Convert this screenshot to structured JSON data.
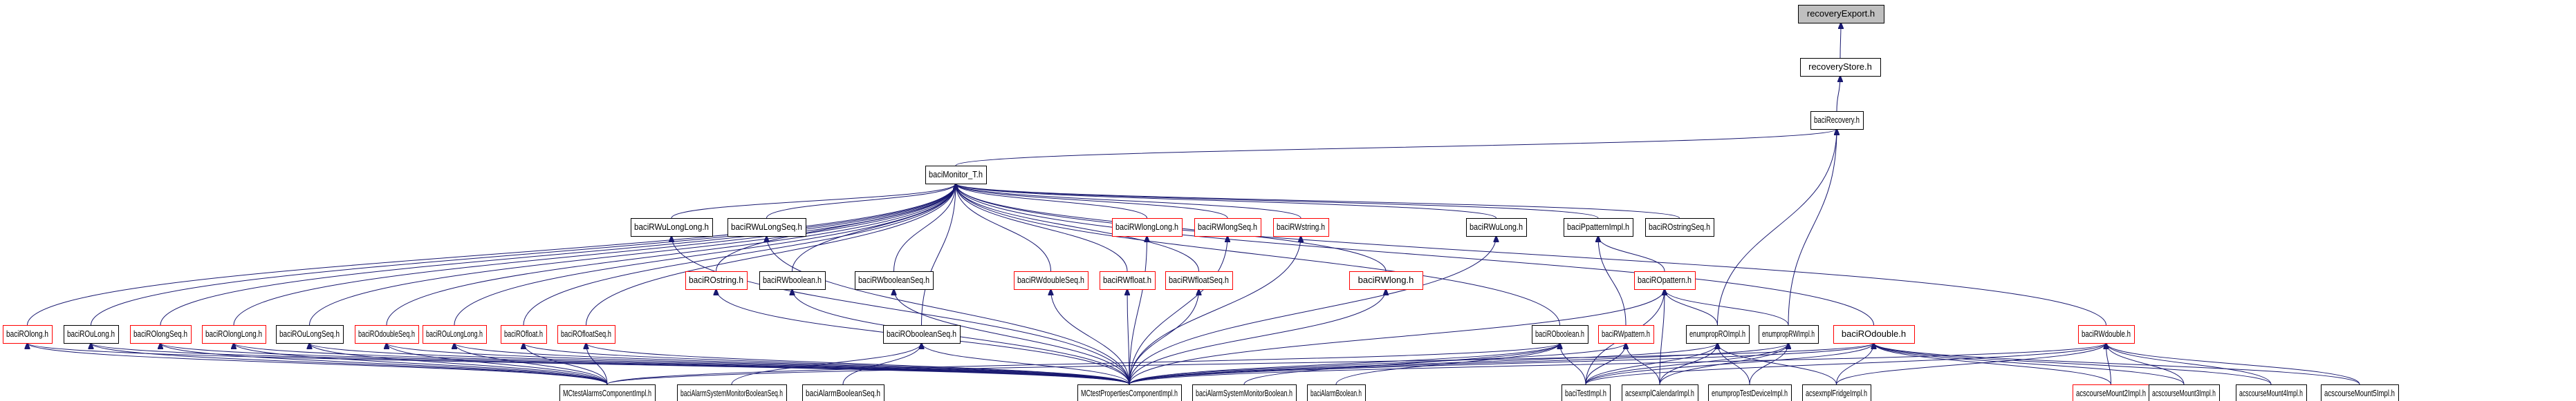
{
  "title": "recoveryExport.h include dependency graph",
  "colors": {
    "edge": "#191970",
    "border_normal": "#000000",
    "border_truncated": "#ff0000",
    "root_fill": "#bfbfbf",
    "fill": "#ffffff"
  },
  "nodes": [
    {
      "id": "recoveryExport",
      "label": "recoveryExport.h",
      "style": "root"
    },
    {
      "id": "recoveryStore",
      "label": "recoveryStore.h",
      "style": "normal"
    },
    {
      "id": "baciRecovery",
      "label": "baciRecovery.h",
      "style": "normal"
    },
    {
      "id": "baciMonitor_T",
      "label": "baciMonitor_T.h",
      "style": "normal"
    },
    {
      "id": "baciRWuLongLong",
      "label": "baciRWuLongLong.h",
      "style": "normal"
    },
    {
      "id": "baciRWuLongSeq",
      "label": "baciRWuLongSeq.h",
      "style": "normal"
    },
    {
      "id": "baciRWlongLong",
      "label": "baciRWlongLong.h",
      "style": "truncated"
    },
    {
      "id": "baciRWlongSeq",
      "label": "baciRWlongSeq.h",
      "style": "truncated"
    },
    {
      "id": "baciRWstring",
      "label": "baciRWstring.h",
      "style": "truncated"
    },
    {
      "id": "baciRWuLong",
      "label": "baciRWuLong.h",
      "style": "normal"
    },
    {
      "id": "baciPpatternImpl",
      "label": "baciPpatternImpl.h",
      "style": "normal"
    },
    {
      "id": "baciROstringSeq",
      "label": "baciROstringSeq.h",
      "style": "normal"
    },
    {
      "id": "baciROstring",
      "label": "baciROstring.h",
      "style": "truncated"
    },
    {
      "id": "baciRWboolean",
      "label": "baciRWboolean.h",
      "style": "normal"
    },
    {
      "id": "baciRWbooleanSeq",
      "label": "baciRWbooleanSeq.h",
      "style": "normal"
    },
    {
      "id": "baciRWdoubleSeq",
      "label": "baciRWdoubleSeq.h",
      "style": "truncated"
    },
    {
      "id": "baciRWfloat",
      "label": "baciRWfloat.h",
      "style": "truncated"
    },
    {
      "id": "baciRWfloatSeq",
      "label": "baciRWfloatSeq.h",
      "style": "truncated"
    },
    {
      "id": "baciRWlong",
      "label": "baciRWlong.h",
      "style": "truncated"
    },
    {
      "id": "baciROpattern",
      "label": "baciROpattern.h",
      "style": "truncated"
    },
    {
      "id": "baciROlong",
      "label": "baciROlong.h",
      "style": "truncated"
    },
    {
      "id": "baciROuLong",
      "label": "baciROuLong.h",
      "style": "normal"
    },
    {
      "id": "baciROlongSeq",
      "label": "baciROlongSeq.h",
      "style": "truncated"
    },
    {
      "id": "baciROlongLong",
      "label": "baciROlongLong.h",
      "style": "truncated"
    },
    {
      "id": "baciROuLongSeq",
      "label": "baciROuLongSeq.h",
      "style": "normal"
    },
    {
      "id": "baciROdoubleSeq",
      "label": "baciROdoubleSeq.h",
      "style": "truncated"
    },
    {
      "id": "baciROuLongLong",
      "label": "baciROuLongLong.h",
      "style": "truncated"
    },
    {
      "id": "baciROfloat",
      "label": "baciROfloat.h",
      "style": "truncated"
    },
    {
      "id": "baciROfloatSeq",
      "label": "baciROfloatSeq.h",
      "style": "truncated"
    },
    {
      "id": "baciRObooleanSeq",
      "label": "baciRObooleanSeq.h",
      "style": "normal"
    },
    {
      "id": "baciRObooleanH",
      "label": "baciROboolean.h",
      "style": "normal"
    },
    {
      "id": "baciRWpattern",
      "label": "baciRWpattern.h",
      "style": "truncated"
    },
    {
      "id": "enumpropROImpl",
      "label": "enumpropROImpl.h",
      "style": "normal"
    },
    {
      "id": "enumpropRWImpl",
      "label": "enumpropRWImpl.h",
      "style": "normal"
    },
    {
      "id": "baciROdouble",
      "label": "baciROdouble.h",
      "style": "truncated"
    },
    {
      "id": "baciRWdouble",
      "label": "baciRWdouble.h",
      "style": "truncated"
    },
    {
      "id": "MCtestAlarmsComponentImpl",
      "label": "MCtestAlarmsComponentImpl.h",
      "style": "normal"
    },
    {
      "id": "baciAlarmSystemMonitorBooleanSeq",
      "label": "baciAlarmSystemMonitorBooleanSeq.h",
      "style": "normal"
    },
    {
      "id": "baciAlarmBooleanSeq",
      "label": "baciAlarmBooleanSeq.h",
      "style": "normal"
    },
    {
      "id": "MCtestPropertiesComponentImpl",
      "label": "MCtestPropertiesComponentImpl.h",
      "style": "normal"
    },
    {
      "id": "baciAlarmSystemMonitorBoolean",
      "label": "baciAlarmSystemMonitorBoolean.h",
      "style": "normal"
    },
    {
      "id": "baciAlarmBoolean",
      "label": "baciAlarmBoolean.h",
      "style": "normal"
    },
    {
      "id": "baciTestImpl",
      "label": "baciTestImpl.h",
      "style": "normal"
    },
    {
      "id": "acsexmplCalendarImpl",
      "label": "acsexmplCalendarImpl.h",
      "style": "normal"
    },
    {
      "id": "enumpropTestDeviceImpl",
      "label": "enumpropTestDeviceImpl.h",
      "style": "normal"
    },
    {
      "id": "acsexmplFridgeImpl",
      "label": "acsexmplFridgeImpl.h",
      "style": "normal"
    },
    {
      "id": "acscourseMount2Impl",
      "label": "acscourseMount2Impl.h",
      "style": "truncated"
    },
    {
      "id": "acscourseMount3Impl",
      "label": "acscourseMount3Impl.h",
      "style": "normal"
    },
    {
      "id": "acscourseMount4Impl",
      "label": "acscourseMount4Impl.h",
      "style": "normal"
    },
    {
      "id": "acscourseMount5Impl",
      "label": "acscourseMount5Impl.h",
      "style": "normal"
    }
  ],
  "edges": [
    [
      "recoveryStore",
      "recoveryExport"
    ],
    [
      "baciRecovery",
      "recoveryStore"
    ],
    [
      "baciMonitor_T",
      "baciRecovery"
    ],
    [
      "enumpropROImpl",
      "baciRecovery"
    ],
    [
      "enumpropRWImpl",
      "baciRecovery"
    ],
    [
      "baciRWuLongLong",
      "baciMonitor_T"
    ],
    [
      "baciRWuLongSeq",
      "baciMonitor_T"
    ],
    [
      "baciRWlongLong",
      "baciMonitor_T"
    ],
    [
      "baciRWlongSeq",
      "baciMonitor_T"
    ],
    [
      "baciRWstring",
      "baciMonitor_T"
    ],
    [
      "baciRWuLong",
      "baciMonitor_T"
    ],
    [
      "baciPpatternImpl",
      "baciMonitor_T"
    ],
    [
      "baciROstringSeq",
      "baciMonitor_T"
    ],
    [
      "baciROstring",
      "baciMonitor_T"
    ],
    [
      "baciRWboolean",
      "baciMonitor_T"
    ],
    [
      "baciRWbooleanSeq",
      "baciMonitor_T"
    ],
    [
      "baciRWdoubleSeq",
      "baciMonitor_T"
    ],
    [
      "baciRWfloat",
      "baciMonitor_T"
    ],
    [
      "baciRWfloatSeq",
      "baciMonitor_T"
    ],
    [
      "baciRWlong",
      "baciMonitor_T"
    ],
    [
      "baciROlong",
      "baciMonitor_T"
    ],
    [
      "baciROuLong",
      "baciMonitor_T"
    ],
    [
      "baciROlongSeq",
      "baciMonitor_T"
    ],
    [
      "baciROlongLong",
      "baciMonitor_T"
    ],
    [
      "baciROuLongSeq",
      "baciMonitor_T"
    ],
    [
      "baciROdoubleSeq",
      "baciMonitor_T"
    ],
    [
      "baciROuLongLong",
      "baciMonitor_T"
    ],
    [
      "baciROfloat",
      "baciMonitor_T"
    ],
    [
      "baciROfloatSeq",
      "baciMonitor_T"
    ],
    [
      "baciRObooleanSeq",
      "baciMonitor_T"
    ],
    [
      "baciRObooleanH",
      "baciMonitor_T"
    ],
    [
      "baciROdouble",
      "baciMonitor_T"
    ],
    [
      "baciRWdouble",
      "baciMonitor_T"
    ],
    [
      "baciROpattern",
      "baciPpatternImpl"
    ],
    [
      "baciRWpattern",
      "baciPpatternImpl"
    ],
    [
      "enumpropROImpl",
      "baciROpattern"
    ],
    [
      "enumpropRWImpl",
      "baciROpattern"
    ],
    [
      "baciTestImpl",
      "baciROpattern"
    ],
    [
      "MCtestPropertiesComponentImpl",
      "baciROpattern"
    ],
    [
      "MCtestAlarmsComponentImpl",
      "baciROlong"
    ],
    [
      "MCtestAlarmsComponentImpl",
      "baciROuLong"
    ],
    [
      "MCtestAlarmsComponentImpl",
      "baciROlongSeq"
    ],
    [
      "MCtestAlarmsComponentImpl",
      "baciROlongLong"
    ],
    [
      "MCtestAlarmsComponentImpl",
      "baciROuLongSeq"
    ],
    [
      "MCtestAlarmsComponentImpl",
      "baciROdoubleSeq"
    ],
    [
      "MCtestAlarmsComponentImpl",
      "baciROuLongLong"
    ],
    [
      "MCtestAlarmsComponentImpl",
      "baciROfloat"
    ],
    [
      "MCtestAlarmsComponentImpl",
      "baciROfloatSeq"
    ],
    [
      "MCtestAlarmsComponentImpl",
      "baciRObooleanH"
    ],
    [
      "MCtestAlarmsComponentImpl",
      "baciROdouble"
    ],
    [
      "baciAlarmSystemMonitorBooleanSeq",
      "baciRObooleanSeq"
    ],
    [
      "baciAlarmBooleanSeq",
      "baciRObooleanSeq"
    ],
    [
      "MCtestPropertiesComponentImpl",
      "baciROlong"
    ],
    [
      "MCtestPropertiesComponentImpl",
      "baciROuLong"
    ],
    [
      "MCtestPropertiesComponentImpl",
      "baciROlongSeq"
    ],
    [
      "MCtestPropertiesComponentImpl",
      "baciROlongLong"
    ],
    [
      "MCtestPropertiesComponentImpl",
      "baciROuLongSeq"
    ],
    [
      "MCtestPropertiesComponentImpl",
      "baciROdoubleSeq"
    ],
    [
      "MCtestPropertiesComponentImpl",
      "baciROuLongLong"
    ],
    [
      "MCtestPropertiesComponentImpl",
      "baciROfloat"
    ],
    [
      "MCtestPropertiesComponentImpl",
      "baciROfloatSeq"
    ],
    [
      "MCtestPropertiesComponentImpl",
      "baciRObooleanSeq"
    ],
    [
      "MCtestPropertiesComponentImpl",
      "baciROstring"
    ],
    [
      "MCtestPropertiesComponentImpl",
      "baciRWboolean"
    ],
    [
      "MCtestPropertiesComponentImpl",
      "baciRWbooleanSeq"
    ],
    [
      "MCtestPropertiesComponentImpl",
      "baciRWdoubleSeq"
    ],
    [
      "MCtestPropertiesComponentImpl",
      "baciRWfloat"
    ],
    [
      "MCtestPropertiesComponentImpl",
      "baciRWfloatSeq"
    ],
    [
      "MCtestPropertiesComponentImpl",
      "baciRWlong"
    ],
    [
      "MCtestPropertiesComponentImpl",
      "baciRWlongLong"
    ],
    [
      "MCtestPropertiesComponentImpl",
      "baciRWlongSeq"
    ],
    [
      "MCtestPropertiesComponentImpl",
      "baciRWstring"
    ],
    [
      "MCtestPropertiesComponentImpl",
      "baciRWuLong"
    ],
    [
      "MCtestPropertiesComponentImpl",
      "baciRWuLongLong"
    ],
    [
      "MCtestPropertiesComponentImpl",
      "baciRWuLongSeq"
    ],
    [
      "MCtestPropertiesComponentImpl",
      "baciRObooleanH"
    ],
    [
      "MCtestPropertiesComponentImpl",
      "baciRWpattern"
    ],
    [
      "MCtestPropertiesComponentImpl",
      "enumpropROImpl"
    ],
    [
      "MCtestPropertiesComponentImpl",
      "enumpropRWImpl"
    ],
    [
      "MCtestPropertiesComponentImpl",
      "baciROdouble"
    ],
    [
      "MCtestPropertiesComponentImpl",
      "baciRWdouble"
    ],
    [
      "baciAlarmSystemMonitorBoolean",
      "baciRObooleanH"
    ],
    [
      "baciAlarmBoolean",
      "baciRObooleanH"
    ],
    [
      "baciTestImpl",
      "baciRObooleanH"
    ],
    [
      "baciTestImpl",
      "baciRWpattern"
    ],
    [
      "baciTestImpl",
      "enumpropROImpl"
    ],
    [
      "baciTestImpl",
      "enumpropRWImpl"
    ],
    [
      "baciTestImpl",
      "baciROdouble"
    ],
    [
      "baciTestImpl",
      "baciRWdouble"
    ],
    [
      "acsexmplCalendarImpl",
      "baciRWpattern"
    ],
    [
      "acsexmplCalendarImpl",
      "enumpropROImpl"
    ],
    [
      "acsexmplCalendarImpl",
      "enumpropRWImpl"
    ],
    [
      "acsexmplCalendarImpl",
      "baciROpattern"
    ],
    [
      "enumpropTestDeviceImpl",
      "enumpropROImpl"
    ],
    [
      "enumpropTestDeviceImpl",
      "enumpropRWImpl"
    ],
    [
      "acsexmplFridgeImpl",
      "baciROdouble"
    ],
    [
      "acsexmplFridgeImpl",
      "baciRWdouble"
    ],
    [
      "acsexmplFridgeImpl",
      "enumpropROImpl"
    ],
    [
      "acscourseMount2Impl",
      "baciROdouble"
    ],
    [
      "acscourseMount2Impl",
      "baciRWdouble"
    ],
    [
      "acscourseMount3Impl",
      "baciROdouble"
    ],
    [
      "acscourseMount3Impl",
      "baciRWdouble"
    ],
    [
      "acscourseMount4Impl",
      "baciROdouble"
    ],
    [
      "acscourseMount4Impl",
      "baciRWdouble"
    ],
    [
      "acscourseMount5Impl",
      "baciROdouble"
    ],
    [
      "acscourseMount5Impl",
      "baciRWdouble"
    ]
  ]
}
